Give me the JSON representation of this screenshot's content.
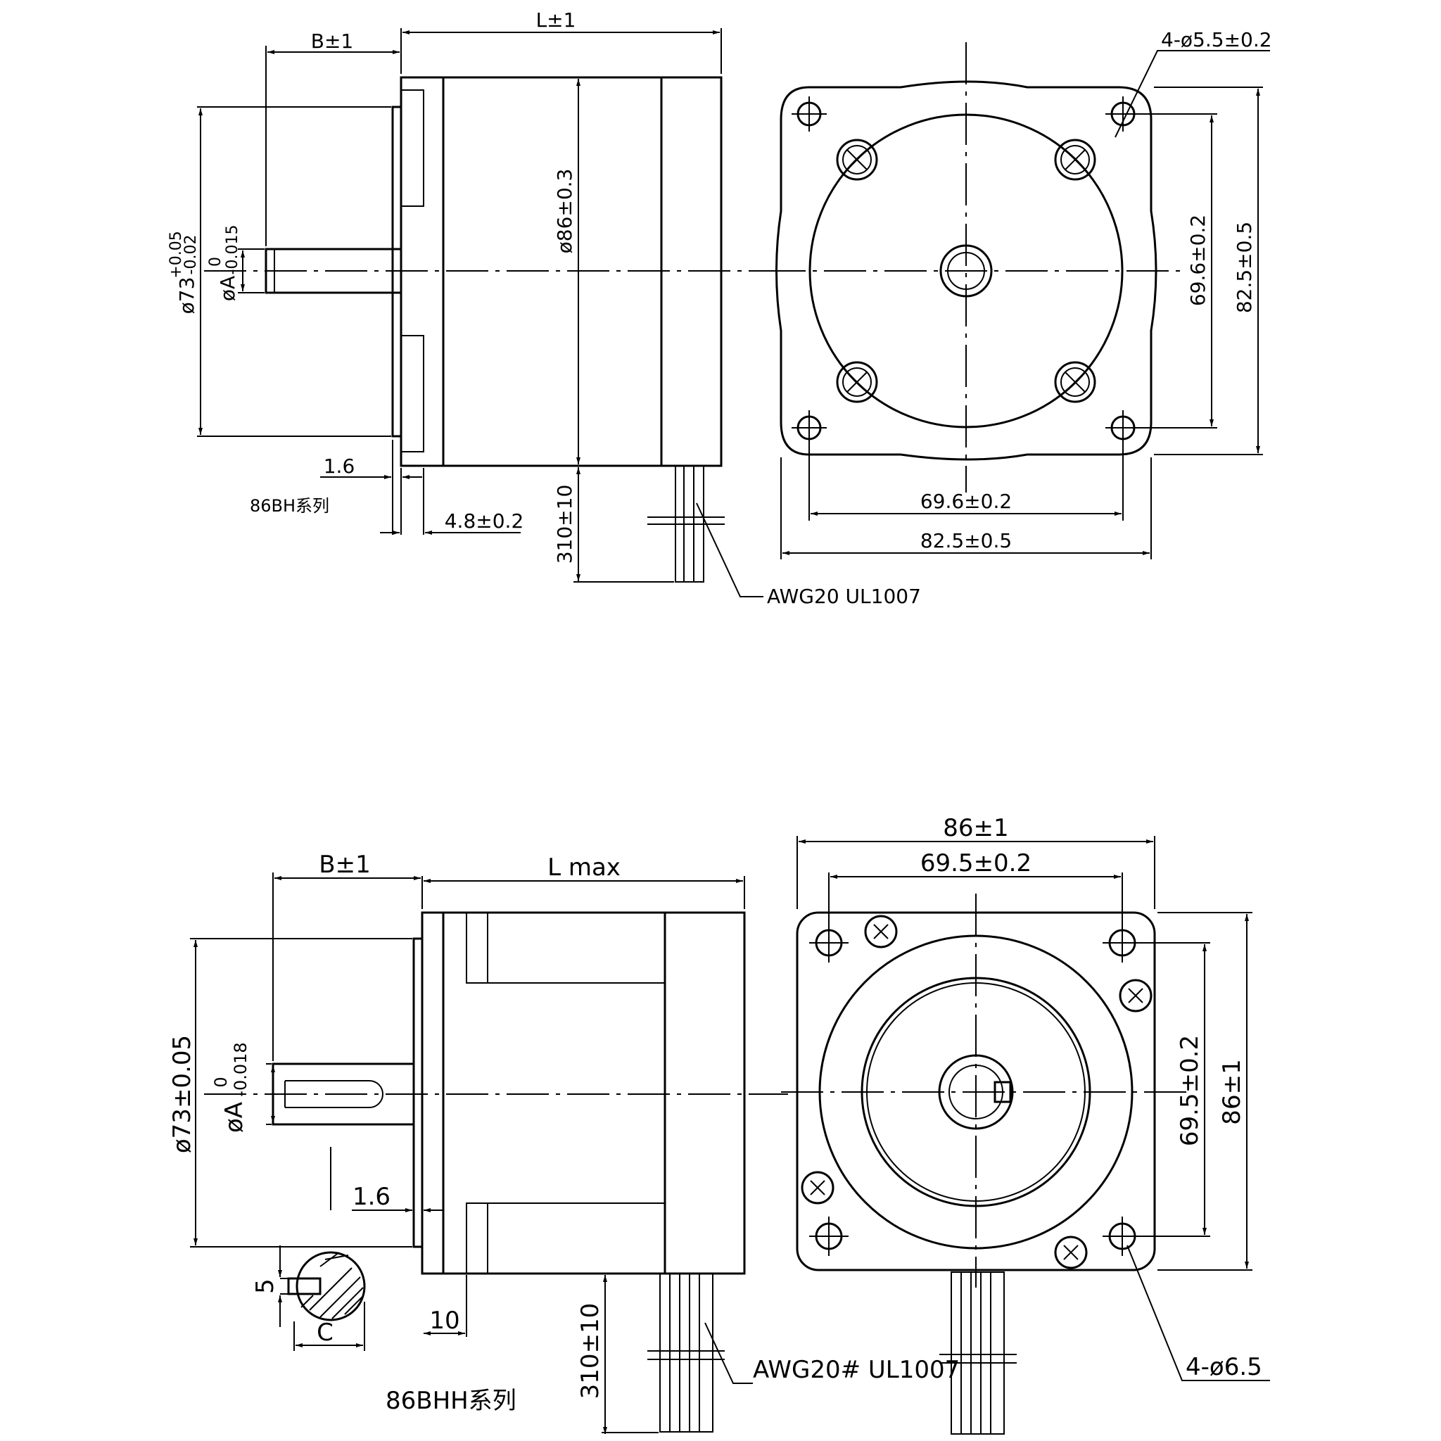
{
  "top_drawing": {
    "series_label": "86BH系列",
    "dims": {
      "overall_length": "L±1",
      "shaft_length": "B±1",
      "body_dia": "ø86±0.3",
      "pilot_dia": "ø73",
      "pilot_tol_upper": "+0.05",
      "pilot_tol_lower": "-0.02",
      "shaft_dia": "øA",
      "shaft_tol_upper": "0",
      "shaft_tol_lower": "-0.015",
      "flange_gap": "1.6",
      "flange_thickness": "4.8±0.2",
      "lead_length": "310±10",
      "wire_spec": "AWG20  UL1007",
      "mount_holes": "4-ø5.5±0.2",
      "hole_spacing_h": "69.6±0.2",
      "outline_h": "82.5±0.5",
      "hole_spacing_v": "69.6±0.2",
      "outline_v": "82.5±0.5"
    }
  },
  "bottom_drawing": {
    "series_label": "86BHH系列",
    "dims": {
      "overall_length": "L  max",
      "shaft_length": "B±1",
      "pilot_dia": "ø73±0.05",
      "shaft_dia": "øA",
      "shaft_tol_upper": "0",
      "shaft_tol_lower": "-0.018",
      "flange_gap": "1.6",
      "key_width": "5",
      "key_depth": "C",
      "flange_step": "10",
      "lead_length": "310±10",
      "wire_spec": "AWG20#  UL1007",
      "outline_h": "86±1",
      "hole_spacing_h": "69.5±0.2",
      "hole_spacing_v": "69.5±0.2",
      "outline_v": "86±1",
      "mount_holes": "4-ø6.5"
    }
  }
}
